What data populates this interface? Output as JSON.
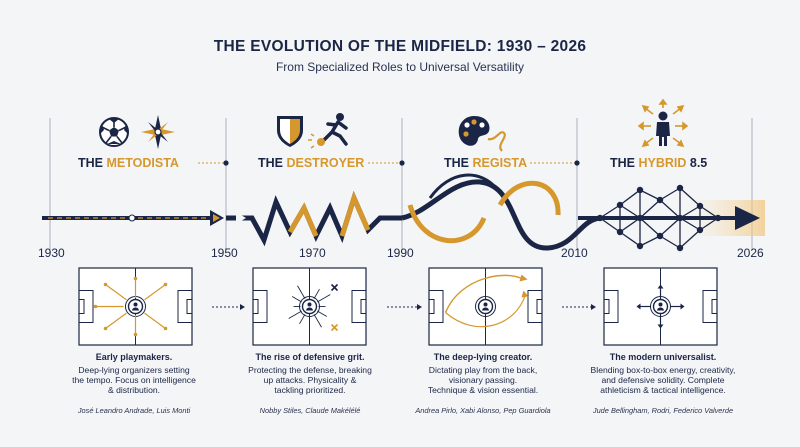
{
  "title": "THE EVOLUTION OF THE MIDFIELD: 1930 – 2026",
  "subtitle": "From Specialized Roles to Universal Versatility",
  "colors": {
    "navy": "#1b2646",
    "gold": "#d6982c",
    "background": "#f4f5f7"
  },
  "years": [
    "1930",
    "1950",
    "1970",
    "1990",
    "2010",
    "2026"
  ],
  "eras": [
    {
      "label_prefix": "THE ",
      "label_accent": "METODISTA",
      "label_suffix": "",
      "icons": [
        "football-icon",
        "compass-icon"
      ],
      "headline": "Early playmakers.",
      "body": [
        "Deep-lying organizers setting",
        "the tempo. Focus on intelligence",
        "& distribution."
      ],
      "players": "José Leandro Andrade, Luis Monti"
    },
    {
      "label_prefix": "THE ",
      "label_accent": "DESTROYER",
      "label_suffix": "",
      "icons": [
        "shield-icon",
        "tackle-icon"
      ],
      "headline": "The rise of defensive grit.",
      "body": [
        "Protecting the defense, breaking",
        "up attacks. Physicality &",
        "tackling prioritized."
      ],
      "players": "Nobby Stiles, Claude Makélélé"
    },
    {
      "label_prefix": "THE ",
      "label_accent": "REGISTA",
      "label_suffix": "",
      "icons": [
        "palette-icon"
      ],
      "headline": "The deep-lying creator.",
      "body": [
        "Dictating play from the back,",
        "visionary passing.",
        "Technique & vision essential."
      ],
      "players": "Andrea Pirlo, Xabi Alonso, Pep Guardiola"
    },
    {
      "label_prefix": "THE ",
      "label_accent": "HYBRID",
      "label_suffix": " 8.5",
      "icons": [
        "universal-player-icon"
      ],
      "headline": "The modern universalist.",
      "body": [
        "Blending box-to-box energy, creativity,",
        "and defensive solidity. Complete",
        "athleticism & tactical intelligence."
      ],
      "players": "Jude Bellingham, Rodri, Federico Valverde"
    }
  ]
}
